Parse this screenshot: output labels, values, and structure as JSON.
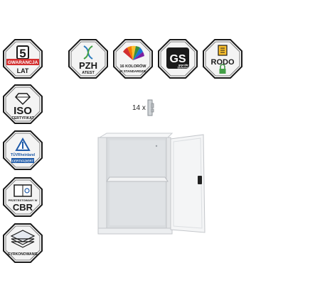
{
  "badges": {
    "warranty": {
      "number": "5",
      "ribbon": "GWARANCJA",
      "unit": "LAT"
    },
    "pzh": {
      "main": "PZH",
      "sub": "ATEST"
    },
    "colors": {
      "line1": "16 KOLORÓW",
      "line2": "W STANDARDZIE"
    },
    "gs": {
      "main": "GS",
      "sub1": "geprüfte",
      "sub2": "Sicherheit"
    },
    "rodo": {
      "main": "RODO"
    },
    "iso": {
      "main": "ISO",
      "sub": "CERTYFIKAT"
    },
    "tuv": {
      "line1": "TÜVRheinland",
      "line2": "CERTIFIZIERT"
    },
    "cbr": {
      "small": "PRZETESTOWANY W",
      "main": "CBR"
    },
    "galvanized": {
      "main": "CYRKONOWANIE"
    }
  },
  "quantity": {
    "label": "14 x"
  },
  "colors": {
    "badge_border": "#1a1a1a",
    "ribbon_red": "#d32f2f",
    "cabinet_body": "#eceef0",
    "lock": "#222222"
  }
}
